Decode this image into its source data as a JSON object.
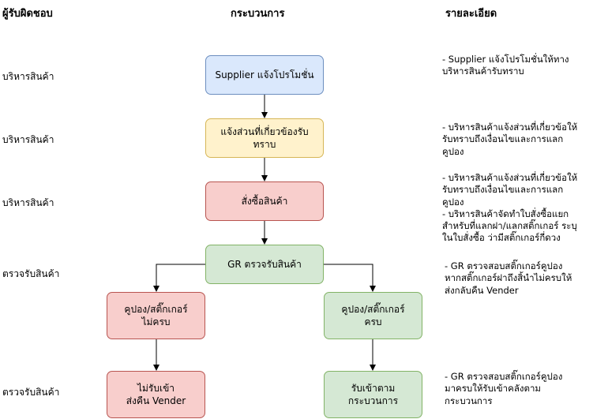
{
  "headers": {
    "responsible": "ผู้รับผิดชอบ",
    "process": "กระบวนการ",
    "details": "รายละเอียด"
  },
  "rows": [
    {
      "responsible": "บริหารสินค้า"
    },
    {
      "responsible": "บริหารสินค้า"
    },
    {
      "responsible": "บริหารสินค้า"
    },
    {
      "responsible": "ตรวจรับสินค้า"
    },
    {
      "responsible": "ตรวจรับสินค้า"
    }
  ],
  "nodes": {
    "supplier": {
      "label": "Supplier แจ้งโปรโมชั่น",
      "fill": "#dae8fc",
      "stroke": "#6c8ebf"
    },
    "notify": {
      "label": "แจ้งส่วนที่เกี่ยวข้องรับ\nทราบ",
      "fill": "#fff2cc",
      "stroke": "#d6b656"
    },
    "order": {
      "label": "สั่งซื้อสินค้า",
      "fill": "#f8cecc",
      "stroke": "#b85450"
    },
    "gr": {
      "label": "GR ตรวจรับสินค้า",
      "fill": "#d5e8d4",
      "stroke": "#82b366"
    },
    "incomplete": {
      "label": "คูปอง/สติ๊กเกอร์\nไม่ครบ",
      "fill": "#f8cecc",
      "stroke": "#b85450"
    },
    "complete": {
      "label": "คูปอง/สติ๊กเกอร์\nครบ",
      "fill": "#d5e8d4",
      "stroke": "#82b366"
    },
    "reject": {
      "label": "ไม่รับเข้า\nส่งคืน Vender",
      "fill": "#f8cecc",
      "stroke": "#b85450"
    },
    "accept": {
      "label": "รับเข้าตาม\nกระบวนการ",
      "fill": "#d5e8d4",
      "stroke": "#82b366"
    }
  },
  "details": [
    "- Supplier แจ้งโปรโมชั่นให้ทาง\n  บริหารสินค้ารับทราบ",
    "- บริหารสินค้าแจ้งส่วนที่เกี่ยวข้อให้\n  รับทราบถึงเงื่อนไขและการแลก\n  คูปอง",
    "- บริหารสินค้าแจ้งส่วนที่เกี่ยวข้อให้\n  รับทราบถึงเงื่อนไขและการแลก\n  คูปอง\n- บริหารสินค้าจัดทำใบสั่งซื้อแยก\n  สำหรับที่แลกฝา/แลกสติ๊กเกอร์ ระบุ\n  ในใบสั่งซื้อ ว่ามีสติ๊กเกอร์กี่ดวง",
    "- GR ตรวจสอบสติ๊กเกอร์คูปอง\n  หากสติ๊กเกอร์ฝาถึงสิ้นำไม่ครบให้\n  ส่งกลับคืน Vender",
    "- GR ตรวจสอบสติ๊กเกอร์คูปอง\n  มาครบให้รับเข้าคลังตาม\n  กระบวนการ"
  ],
  "colors": {
    "arrow": "#000000"
  }
}
